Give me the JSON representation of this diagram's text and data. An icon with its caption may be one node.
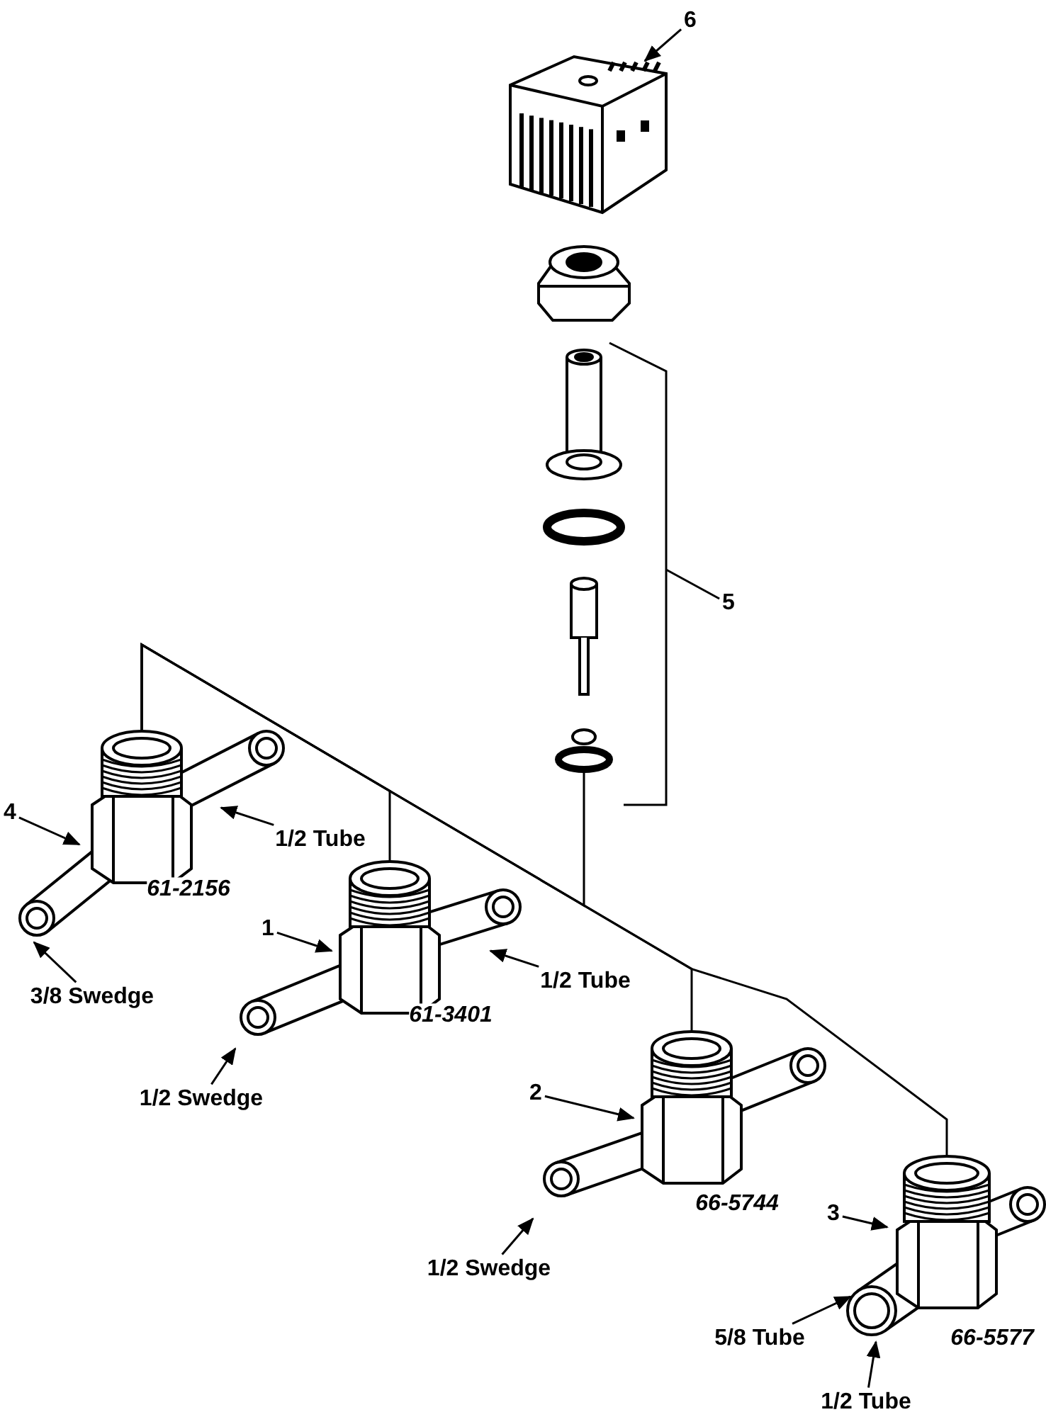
{
  "diagram": {
    "nodes": [
      {
        "text": [
          "6"
        ]
      },
      {
        "text": [
          "5"
        ]
      },
      {
        "text": [
          "4"
        ]
      },
      {
        "text": [
          "1/2 Tube"
        ]
      },
      {
        "text": [
          "3/8 Swedge"
        ]
      },
      {
        "text": [
          "1"
        ]
      },
      {
        "text": [
          "1/2 Tube"
        ]
      },
      {
        "text": [
          "1/2 Swedge"
        ]
      },
      {
        "text": [
          "2"
        ]
      },
      {
        "text": [
          "1/2 Swedge"
        ]
      },
      {
        "text": [
          "3"
        ]
      },
      {
        "text": [
          "5/8 Tube"
        ]
      },
      {
        "text": [
          "1/2 Tube"
        ]
      },
      {
        "text": [],
        "shape": "picture"
      },
      {
        "text": [],
        "shape": "bar"
      },
      {
        "text": [],
        "shape": "picture"
      },
      {
        "text": [],
        "shape": "picture"
      },
      {
        "text": [],
        "shape": "picture"
      },
      {
        "text": [],
        "shape": "picture"
      },
      {
        "text": [],
        "shape": "circle"
      }
    ],
    "edges": [
      {
        "from": 0,
        "to": 13,
        "arrow": "to"
      },
      {
        "from": 1,
        "to": 14,
        "arrow": "none"
      },
      {
        "from": 2,
        "to": 15,
        "arrow": "to"
      },
      {
        "from": 3,
        "to": 15,
        "arrow": "to"
      },
      {
        "from": 4,
        "to": 15,
        "arrow": "to"
      },
      {
        "from": 5,
        "to": 16,
        "arrow": "to"
      },
      {
        "from": 6,
        "to": 16,
        "arrow": "to"
      },
      {
        "from": 7,
        "to": 16,
        "arrow": "to"
      },
      {
        "from": 8,
        "to": 17,
        "arrow": "to"
      },
      {
        "from": 9,
        "to": 17,
        "arrow": "to"
      },
      {
        "from": 10,
        "to": 18,
        "arrow": "to"
      },
      {
        "from": 11,
        "to": 18,
        "arrow": "to"
      },
      {
        "from": 12,
        "to": 18,
        "arrow": "to"
      },
      {
        "from": 15,
        "to": 16,
        "arrow": "none"
      },
      {
        "from": 15,
        "to": 17,
        "arrow": "none"
      },
      {
        "from": 15,
        "to": 18,
        "arrow": "none"
      },
      {
        "from": 15,
        "to": 19,
        "arrow": "none"
      }
    ],
    "labels": [
      "61-2156",
      "61-3401",
      "66-5744",
      "66-5577"
    ]
  }
}
